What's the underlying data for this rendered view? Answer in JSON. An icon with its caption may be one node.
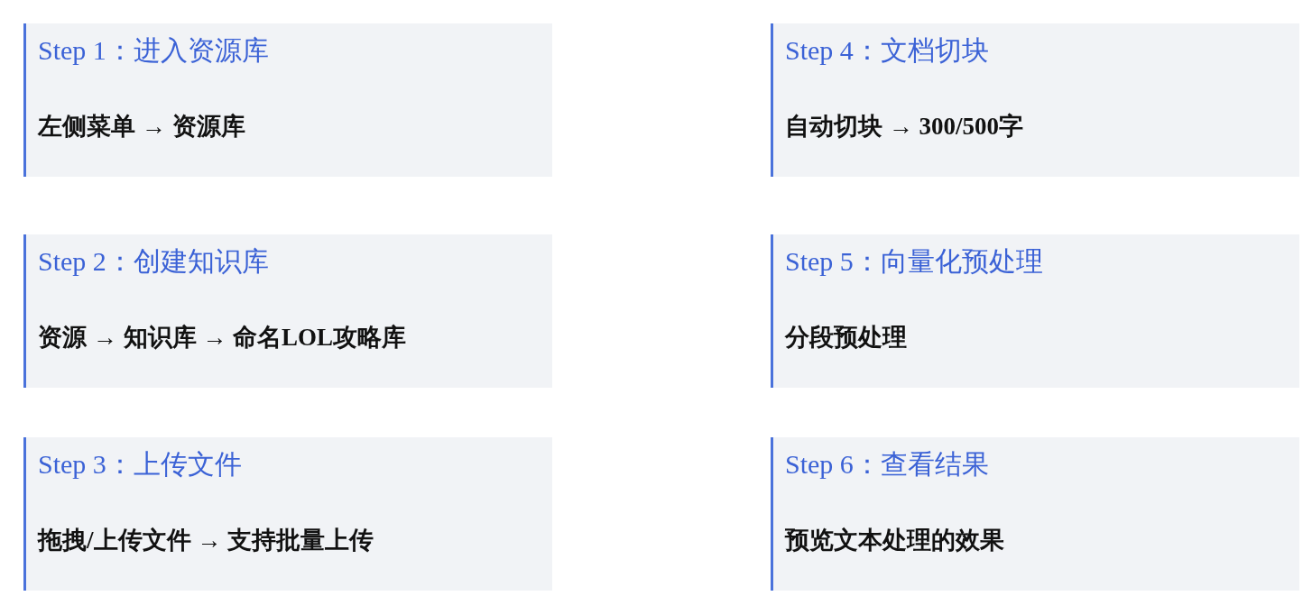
{
  "diagram": {
    "nodes": [
      {
        "text": [
          "Step 1：进入资源库",
          "左侧菜单 → 资源库"
        ]
      },
      {
        "text": [
          "Step 2：创建知识库",
          "资源 → 知识库 → 命名LOL攻略库"
        ]
      },
      {
        "text": [
          "Step 3：上传文件",
          "拖拽/上传文件 → 支持批量上传"
        ]
      },
      {
        "text": [
          "Step 4：文档切块",
          "自动切块 → 300/500字"
        ]
      },
      {
        "text": [
          "Step 5：向量化预处理",
          "分段预处理"
        ]
      },
      {
        "text": [
          "Step 6：查看结果",
          "预览文本处理的效果"
        ]
      }
    ]
  }
}
